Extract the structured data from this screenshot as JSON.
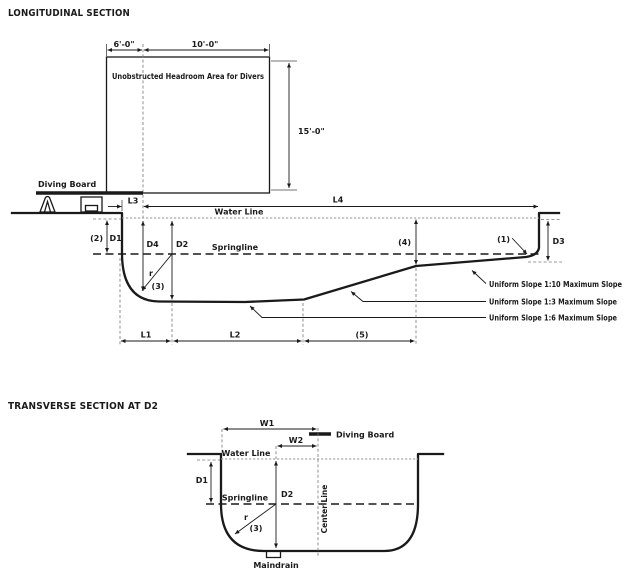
{
  "longitudinal": {
    "title": "LONGITUDINAL SECTION",
    "headroom_label": "Unobstructed Headroom Area for Divers",
    "dim_6ft": "6'-0\"",
    "dim_10ft": "10'-0\"",
    "dim_15ft": "15'-0\"",
    "diving_board": "Diving Board",
    "water_line": "Water Line",
    "springline": "Springline",
    "L1": "L1",
    "L2": "L2",
    "L3": "L3",
    "L4": "L4",
    "D1": "D1",
    "D2": "D2",
    "D3": "D3",
    "D4": "D4",
    "r": "r",
    "note1": "(1)",
    "note2": "(2)",
    "note3": "(3)",
    "note4": "(4)",
    "note5": "(5)",
    "slope_1_10": "Uniform Slope 1:10 Maximum Slope",
    "slope_1_3": "Uniform Slope 1:3 Maximum Slope",
    "slope_1_6": "Uniform Slope 1:6 Maximum Slope"
  },
  "transverse": {
    "title": "TRANSVERSE SECTION AT D2",
    "W1": "W1",
    "W2": "W2",
    "diving_board": "Diving Board",
    "water_line": "Water Line",
    "springline": "Springline",
    "center_line": "Center Line",
    "D1": "D1",
    "D2": "D2",
    "r": "r",
    "note3": "(3)",
    "maindrain": "Maindrain"
  },
  "colors": {
    "ink": "#1a1a1a",
    "extension_dash": "#777777",
    "water_dash": "#949494",
    "background": "#ffffff"
  }
}
